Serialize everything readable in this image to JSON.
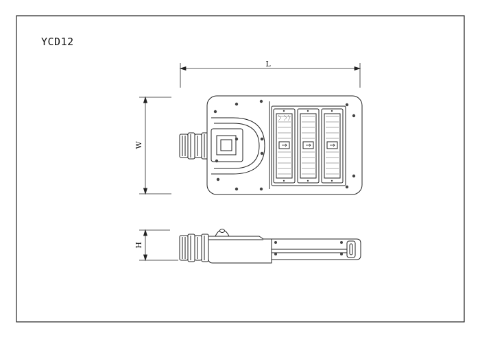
{
  "drawing": {
    "model": "YCD12",
    "dimensions": {
      "length": "L",
      "width": "W",
      "height": "H"
    }
  },
  "colors": {
    "line": "#222222",
    "fill": "#ffffff"
  }
}
